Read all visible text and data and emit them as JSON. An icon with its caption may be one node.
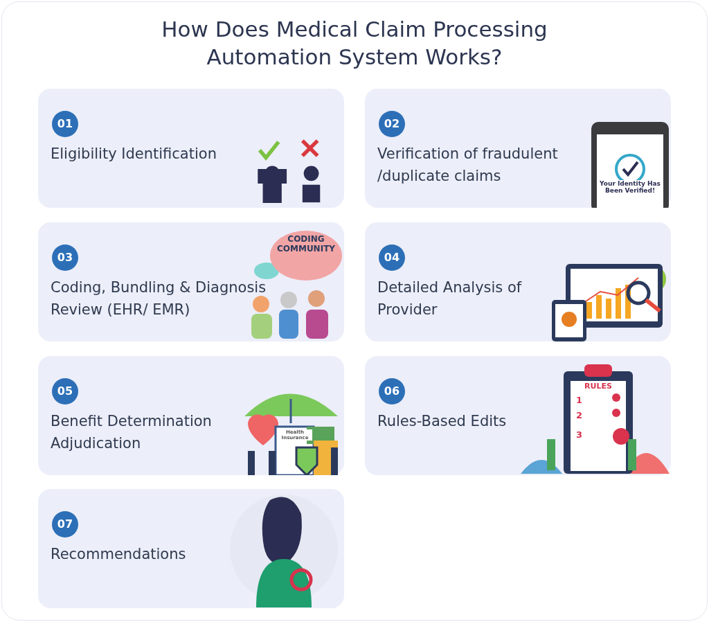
{
  "diagram": {
    "title": "How Does Medical Claim Processing Automation System Works?",
    "nodes": [
      {
        "text": [
          "01",
          "Eligibility Identification"
        ]
      },
      {
        "text": [
          "02",
          "Verification of fraudulent /duplicate claims"
        ]
      },
      {
        "text": [
          "03",
          "Coding, Bundling & Diagnosis Review (EHR/ EMR)"
        ]
      },
      {
        "text": [
          "04",
          "Detailed Analysis of Provider"
        ]
      },
      {
        "text": [
          "05",
          "Benefit Determination Adjudication"
        ]
      },
      {
        "text": [
          "06",
          "Rules-Based Edits"
        ]
      },
      {
        "text": [
          "07",
          "Recommendations"
        ]
      }
    ],
    "labels": [
      "Your Identity Has Been Verified!",
      "CODING COMMUNITY",
      "Health Insurance",
      "RULES",
      "1",
      "2",
      "3"
    ]
  }
}
